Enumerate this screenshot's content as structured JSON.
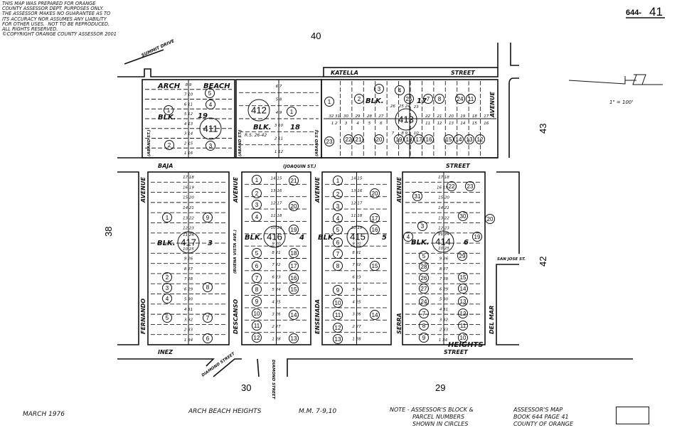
{
  "map_number": {
    "book": "644-",
    "page": "41"
  },
  "disclaimer": "THIS MAP WAS PREPARED FOR ORANGE\nCOUNTY ASSESSOR DEPT. PURPOSES ONLY.\nTHE ASSESSOR MAKES NO GUARANTEE AS TO\nITS ACCURACY NOR ASSUMES ANY LIABILITY\nFOR OTHER USES.  NOT TO BE REPRODUCED.\nALL RIGHTS RESERVED.\n©COPYRIGHT ORANGE COUNTY ASSESSOR 2001",
  "scale": "1\" = 100'",
  "adjacent_maps": {
    "north": "40",
    "west": "38",
    "east_upper": "43",
    "east_lower": "42",
    "south_left": "30",
    "south_right": "29"
  },
  "streets": {
    "summit": "SUMMIT DRIVE",
    "katella_1": "KATELLA",
    "katella_2": "STREET",
    "baja_1": "BAJA",
    "baja_2": "STREET",
    "joaquin": "(JOAQUIN ST.)",
    "inez_1": "INEZ",
    "inez_2": "STREET",
    "diamond_1": "DIAMOND STREET",
    "diamond_2": "DIAMOND STREET",
    "san_jose": "SAN JOSE ST.",
    "aband": "(ABAND ST.)",
    "avenue": "AVENUE",
    "fernando": "FERNANDO",
    "descanso": "DESCANSO",
    "buena_vista": "(BUENA VISTA AVE.)",
    "ensenada": "ENSENADA",
    "serra": "SERRA",
    "del_mar": "DEL MAR"
  },
  "subdivision_labels": {
    "arch": "ARCH",
    "beach": "BEACH",
    "heights": "HEIGHTS",
    "rs": "R.S. 26-42"
  },
  "blocks": [
    {
      "id": "411",
      "blk": "BLK.",
      "num": "19",
      "parcels": [
        "1",
        "2",
        "5",
        "4",
        "3"
      ],
      "lots": [
        "8 9",
        "7 10",
        "6 11",
        "5 12",
        "4 13",
        "3 14",
        "2 15",
        "1 16"
      ]
    },
    {
      "id": "412",
      "blk": "BLK.",
      "num": "18",
      "parcels": [
        "1"
      ],
      "lots": [
        "6 7",
        "5 8",
        "4 9",
        "3 10",
        "2 11",
        "1 12"
      ]
    },
    {
      "id": "413",
      "blk": "BLK.",
      "num": "17",
      "parcels": [
        "1",
        "23",
        "2",
        "3",
        "4",
        "25",
        "7",
        "8",
        "24",
        "11",
        "22",
        "21",
        "20",
        "19",
        "18",
        "17",
        "16",
        "15",
        "14",
        "13",
        "12"
      ],
      "lots_top": [
        "32 31",
        "30",
        "29",
        "28",
        "27",
        "26",
        "25 24",
        "23",
        "22",
        "21",
        "20",
        "19",
        "18",
        "17"
      ],
      "lots_bottom": [
        "1 2",
        "3",
        "4",
        "5",
        "6",
        "7",
        "8 9",
        "10",
        "11",
        "12",
        "13",
        "14",
        "15",
        "16"
      ]
    },
    {
      "id": "417",
      "blk": "BLK.",
      "num": "3",
      "parcels": [
        "1",
        "2",
        "3",
        "4",
        "5",
        "9",
        "8",
        "7",
        "6"
      ],
      "lots": [
        "17 18",
        "16 19",
        "15 20",
        "14 21",
        "13 22",
        "12 23",
        "11 24",
        "10 25",
        "9 26",
        "8 27",
        "7 28",
        "6 29",
        "5 30",
        "4 31",
        "3 32",
        "2 33",
        "1 34"
      ]
    },
    {
      "id": "416",
      "blk": "BLK.",
      "num": "4",
      "parcels": [
        "1",
        "2",
        "3",
        "4",
        "5",
        "6",
        "7",
        "8",
        "9",
        "10",
        "11",
        "12",
        "21",
        "20",
        "19",
        "18",
        "17",
        "16",
        "15",
        "14",
        "13"
      ],
      "lots": [
        "14 15",
        "13 16",
        "12 17",
        "11 18",
        "10 19",
        "9 20",
        "8 21",
        "7 22",
        "6 23",
        "5 24",
        "4 25",
        "3 26",
        "2 27",
        "1 28"
      ]
    },
    {
      "id": "415",
      "blk": "BLK.",
      "num": "5",
      "parcels": [
        "1",
        "2",
        "3",
        "4",
        "5",
        "6",
        "7",
        "8",
        "9",
        "10",
        "11",
        "12",
        "13",
        "20",
        "17",
        "16",
        "15",
        "14"
      ],
      "lots": [
        "14 15",
        "13 16",
        "12 17",
        "11 18",
        "10 19",
        "9 20",
        "8 21",
        "7 22",
        "6 23",
        "5 24",
        "4 25",
        "3 26",
        "2 27",
        "1 28"
      ]
    },
    {
      "id": "414",
      "blk": "BLK.",
      "num": "6",
      "parcels": [
        "31",
        "22",
        "23",
        "30",
        "3",
        "4",
        "19",
        "5",
        "29",
        "28",
        "26",
        "27",
        "24",
        "7",
        "8",
        "9",
        "15",
        "14",
        "13",
        "12",
        "11",
        "10",
        "20"
      ],
      "lots": [
        "17 18",
        "16 19",
        "15 20",
        "14 21",
        "13 22",
        "12 23",
        "11 24",
        "10 25",
        "9 26",
        "8 27",
        "7 28",
        "6 29",
        "5 30",
        "4 31",
        "3 32",
        "2 33",
        "1 34"
      ]
    }
  ],
  "footer": {
    "date": "MARCH 1976",
    "tract": "ARCH BEACH HEIGHTS",
    "mm": "M.M. 7-9,10",
    "note_1": "NOTE - ASSESSOR'S BLOCK &",
    "note_2": "PARCEL NUMBERS",
    "note_3": "SHOWN IN CIRCLES",
    "ref_1": "ASSESSOR'S MAP",
    "ref_2": "BOOK 644 PAGE 41",
    "ref_3": "COUNTY OF ORANGE"
  },
  "colors": {
    "ink": "#111111",
    "paper": "#ffffff"
  }
}
